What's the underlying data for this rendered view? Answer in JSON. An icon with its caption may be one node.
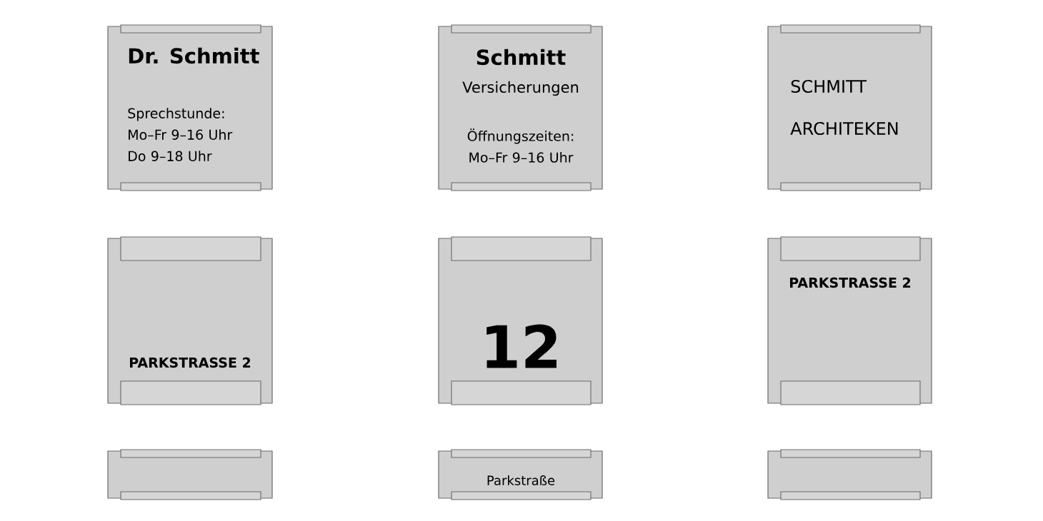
{
  "diagram": {
    "nodes": [
      {
        "text": [
          "Dr. Schmitt",
          "Sprechstunde: Mo–Fr 9–16 Uhr Do 9–18 Uhr"
        ]
      },
      {
        "text": [
          "Schmitt",
          "Versicherungen",
          "Öffnungszeiten: Mo–Fr 9–16 Uhr"
        ]
      },
      {
        "text": [
          "SCHMITT",
          "ARCHITEKEN"
        ]
      },
      {
        "text": [
          "PARKSTRASSE 2"
        ]
      },
      {
        "text": [
          "12"
        ]
      },
      {
        "text": [
          "PARKSTRASSE 2"
        ]
      },
      {
        "text": [],
        "shape": "box"
      },
      {
        "text": [
          "Parkstraße"
        ]
      },
      {
        "text": [],
        "shape": "box"
      }
    ]
  }
}
